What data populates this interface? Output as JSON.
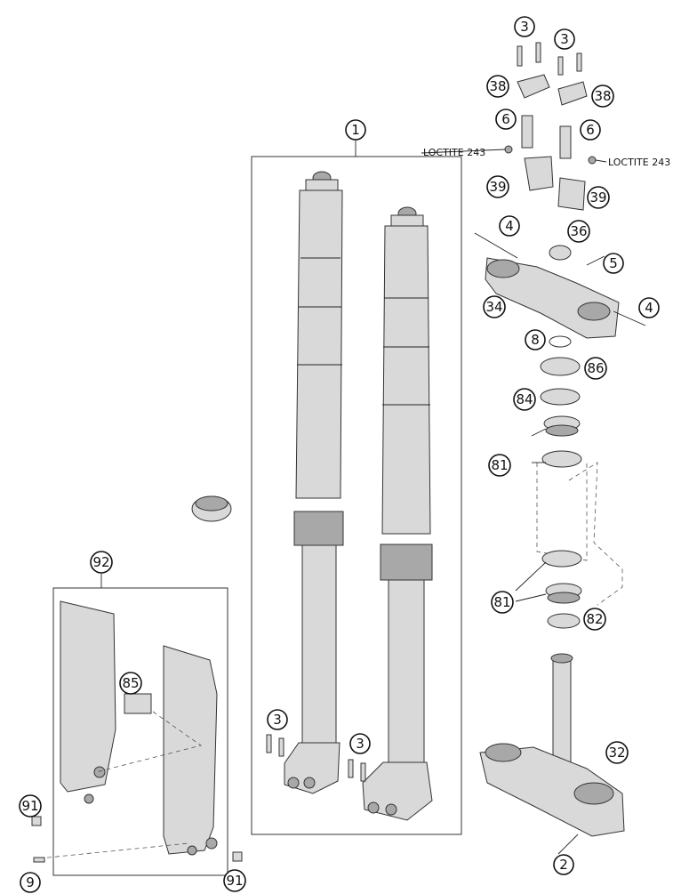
{
  "callouts": {
    "c1": "1",
    "c2": "2",
    "c3a": "3",
    "c3b": "3",
    "c3c": "3",
    "c3d": "3",
    "c4a": "4",
    "c4b": "4",
    "c5": "5",
    "c6a": "6",
    "c6b": "6",
    "c8": "8",
    "c9": "9",
    "c32": "32",
    "c34": "34",
    "c36": "36",
    "c38a": "38",
    "c38b": "38",
    "c39a": "39",
    "c39b": "39",
    "c81a": "81",
    "c81b": "81",
    "c82": "82",
    "c84": "84",
    "c85": "85",
    "c86": "86",
    "c91a": "91",
    "c91b": "91",
    "c92": "92"
  },
  "notes": {
    "loctite_left": "LOCTITE 243",
    "loctite_right": "LOCTITE 243"
  },
  "colors": {
    "part_fill": "#d9d9d9",
    "part_dark": "#a8a8a8",
    "line": "#333333"
  }
}
